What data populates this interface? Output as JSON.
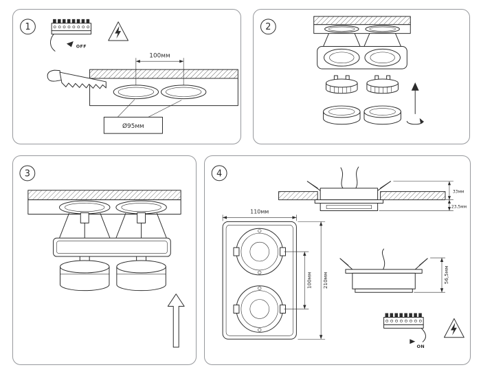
{
  "colors": {
    "background": "#ffffff",
    "line": "#2b2b2b",
    "panel_border": "#96989c"
  },
  "icons": [
    "terminal-block-icon",
    "electric-shock-warning-icon",
    "saw-icon",
    "insert-direction-arrow-icon",
    "rotate-arrow-icon",
    "push-up-arrow-icon",
    "power-off-pointer-icon",
    "power-on-pointer-icon"
  ],
  "steps": {
    "step1": {
      "number": "1",
      "power_label": "OFF",
      "hole_spacing": "100мм",
      "hole_diameter": "Ø95мм"
    },
    "step2": {
      "number": "2"
    },
    "step3": {
      "number": "3"
    },
    "step4": {
      "number": "4",
      "cutout_width": "110мм",
      "hole_spacing": "100мм",
      "total_length": "210мм",
      "recess_depth": "33мм",
      "below_ceiling_height": "23,5мм",
      "body_height": "56,5мм",
      "power_label": "ON"
    }
  }
}
